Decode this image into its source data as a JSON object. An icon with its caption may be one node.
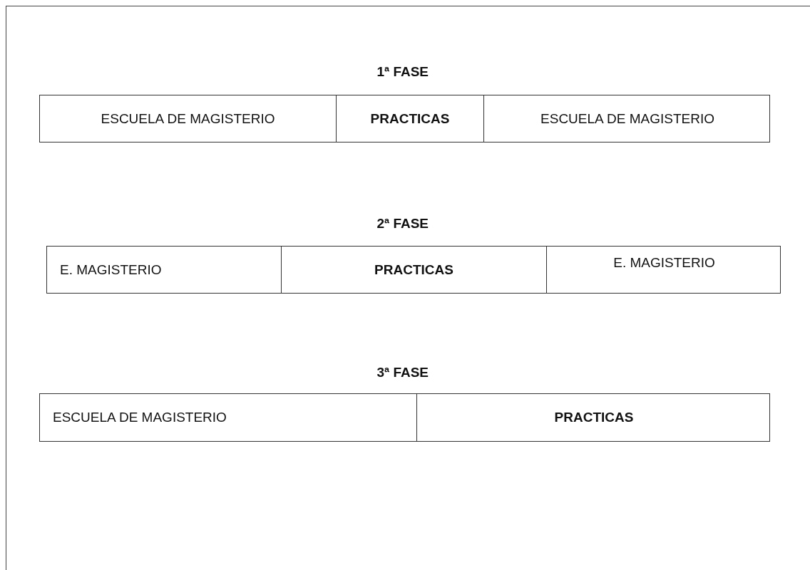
{
  "diagram": {
    "nodes": [
      {
        "text": [
          "1ª FASE"
        ]
      },
      {
        "text": [
          "ESCUELA DE MAGISTERIO"
        ],
        "in": 0
      },
      {
        "text": [
          "PRACTICAS"
        ],
        "in": 0
      },
      {
        "text": [
          "ESCUELA DE MAGISTERIO"
        ],
        "in": 0
      },
      {
        "text": [
          "2ª FASE"
        ]
      },
      {
        "text": [
          "E. MAGISTERIO"
        ],
        "in": 4
      },
      {
        "text": [
          "PRACTICAS"
        ],
        "in": 4
      },
      {
        "text": [
          "E. MAGISTERIO"
        ],
        "in": 4
      },
      {
        "text": [
          "3ª FASE"
        ]
      },
      {
        "text": [
          "ESCUELA DE MAGISTERIO"
        ],
        "in": 8
      },
      {
        "text": [
          "PRACTICAS"
        ],
        "in": 8
      }
    ],
    "edges": []
  }
}
